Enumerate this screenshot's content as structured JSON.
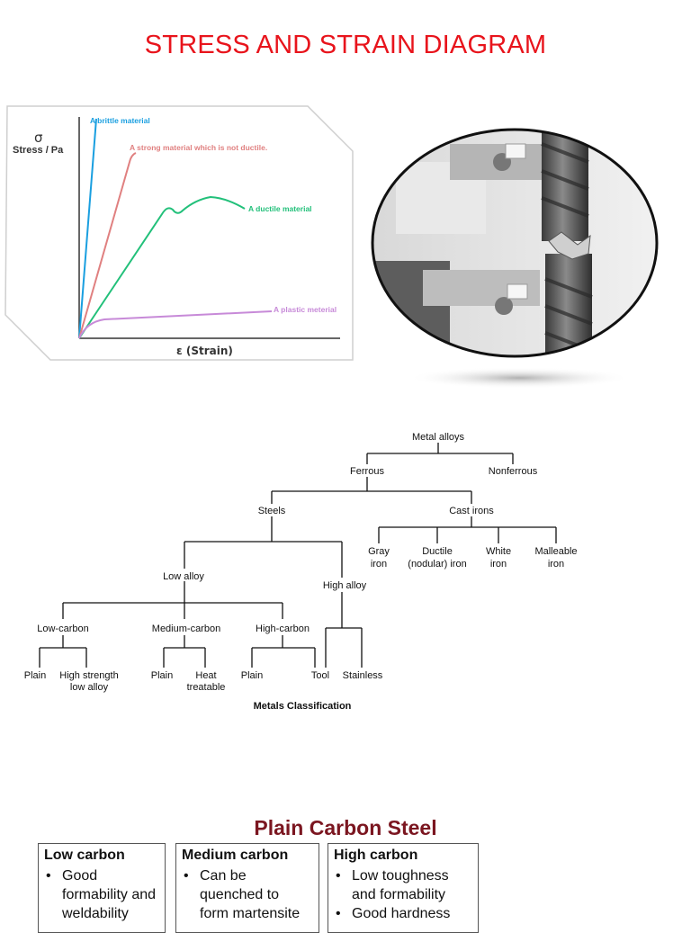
{
  "page_title": "STRESS AND STRAIN DIAGRAM",
  "stress_strain": {
    "y_symbol": "σ",
    "y_label": "Stress / Pa",
    "x_label": "ε (Strain)",
    "curves": [
      {
        "label": "A brittle material",
        "color": "#1a9fe0"
      },
      {
        "label": "A strong material which is not ductile.",
        "color": "#e08080"
      },
      {
        "label": "A ductile material",
        "color": "#22c07a"
      },
      {
        "label": "A plastic meterial",
        "color": "#c78ad8"
      }
    ]
  },
  "classification": {
    "caption": "Metals Classification",
    "nodes": {
      "metal_alloys": "Metal alloys",
      "ferrous": "Ferrous",
      "nonferrous": "Nonferrous",
      "steels": "Steels",
      "cast_irons": "Cast irons",
      "gray_1": "Gray",
      "gray_2": "iron",
      "ductile_1": "Ductile",
      "ductile_2": "(nodular) iron",
      "white_1": "White",
      "white_2": "iron",
      "malleable_1": "Malleable",
      "malleable_2": "iron",
      "low_alloy": "Low alloy",
      "high_alloy": "High alloy",
      "low_carbon": "Low-carbon",
      "medium_carbon": "Medium-carbon",
      "high_carbon": "High-carbon",
      "plain_a": "Plain",
      "high_strength_1": "High strength",
      "high_strength_2": "low alloy",
      "plain_b": "Plain",
      "heat_1": "Heat",
      "heat_2": "treatable",
      "plain_c": "Plain",
      "tool": "Tool",
      "stainless": "Stainless"
    }
  },
  "plain_carbon": {
    "title": "Plain Carbon Steel",
    "columns": [
      {
        "heading": "Low carbon",
        "items": [
          "Good",
          "formability and",
          "weldability"
        ]
      },
      {
        "heading": "Medium carbon",
        "items": [
          "Can be",
          "quenched to",
          "form martensite"
        ]
      },
      {
        "heading": "High carbon",
        "items": [
          "Low toughness",
          "and formability",
          "Good hardness"
        ]
      }
    ]
  },
  "colors": {
    "title_red": "#e8141c",
    "pcs_title": "#7b1620"
  }
}
